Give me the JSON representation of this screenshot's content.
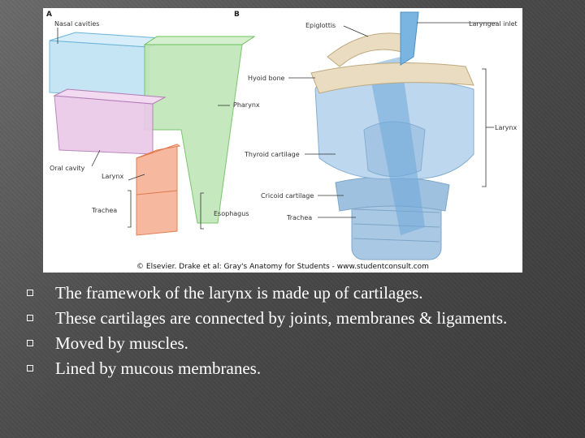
{
  "figure": {
    "panel_a": "A",
    "panel_b": "B",
    "labels_a": {
      "nasal_cavities": "Nasal cavities",
      "pharynx": "Pharynx",
      "oral_cavity": "Oral cavity",
      "larynx": "Larynx",
      "trachea": "Trachea",
      "esophagus": "Esophagus"
    },
    "labels_b": {
      "epiglottis": "Epiglottis",
      "laryngeal_inlet": "Laryngeal inlet",
      "hyoid_bone": "Hyoid bone",
      "larynx": "Larynx",
      "thyroid_cartilage": "Thyroid cartilage",
      "cricoid_cartilage": "Cricoid cartilage",
      "trachea": "Trachea"
    },
    "credit": "© Elsevier. Drake et al: Gray's Anatomy for Students - www.studentconsult.com"
  },
  "bullets": [
    "The framework of the larynx is made up of cartilages.",
    "These cartilages are connected by joints, membranes & ligaments.",
    "Moved by muscles.",
    "Lined by mucous membranes."
  ]
}
